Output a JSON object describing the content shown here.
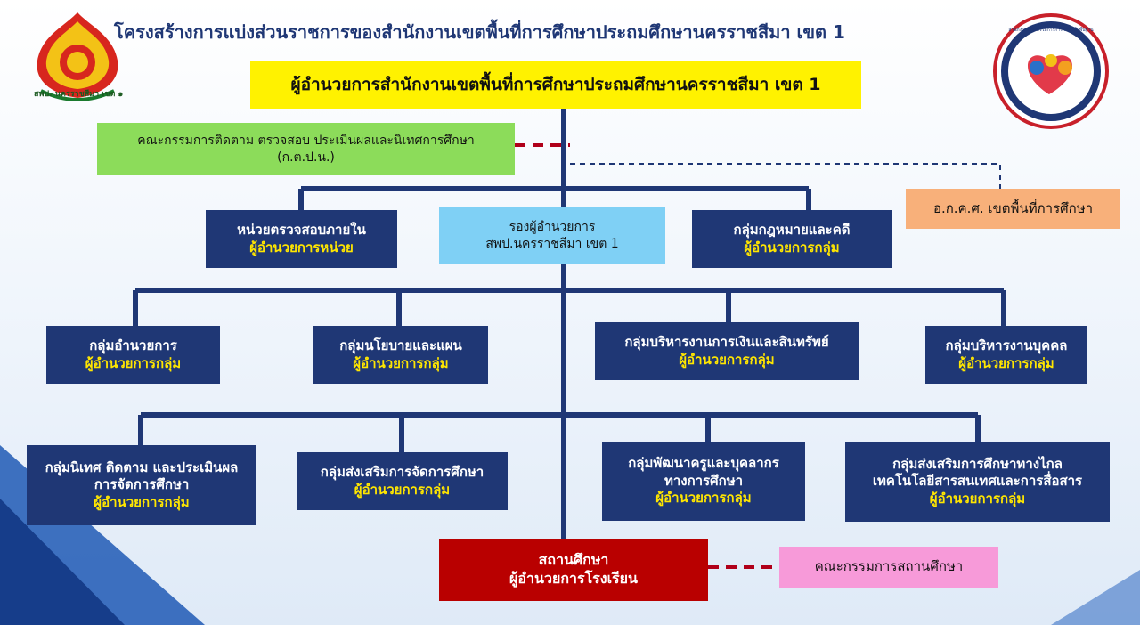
{
  "title": "โครงสร้างการแบ่งส่วนราชการของสำนักงานเขตพื้นที่การศึกษาประถมศึกษานครราชสีมา เขต 1",
  "logo_left_text": "สพป. นครราชสีมา เขต ๑",
  "logo_right_text": "สำนักงานคณะกรรมการการศึกษาขั้นพื้นฐาน",
  "director": "ผู้อำนวยการสำนักงานเขตพื้นที่การศึกษาประถมศึกษานครราชสีมา เขต 1",
  "committee": {
    "line1": "คณะกรรมการติดตาม ตรวจสอบ ประเมินผลและนิเทศการศึกษา",
    "line2": "(ก.ต.ป.น.)"
  },
  "okks": "อ.ก.ค.ศ. เขตพื้นที่การศึกษา",
  "row1": [
    {
      "head": "หน่วยตรวจสอบภายใน",
      "sub": "ผู้อำนวยการหน่วย"
    },
    {
      "head": "กลุ่มกฎหมายและคดี",
      "sub": "ผู้อำนวยการกลุ่ม"
    }
  ],
  "deputy": {
    "line1": "รองผู้อำนวยการ",
    "line2": "สพป.นครราชสีมา เขต 1"
  },
  "row2": [
    {
      "head": "กลุ่มอำนวยการ",
      "sub": "ผู้อำนวยการกลุ่ม"
    },
    {
      "head": "กลุ่มนโยบายและแผน",
      "sub": "ผู้อำนวยการกลุ่ม"
    },
    {
      "head": "กลุ่มบริหารงานการเงินและสินทรัพย์",
      "sub": "ผู้อำนวยการกลุ่ม"
    },
    {
      "head": "กลุ่มบริหารงานบุคคล",
      "sub": "ผู้อำนวยการกลุ่ม"
    }
  ],
  "row3": [
    {
      "head1": "กลุ่มนิเทศ ติดตาม และประเมินผล",
      "head2": "การจัดการศึกษา",
      "sub": "ผู้อำนวยการกลุ่ม"
    },
    {
      "head1": "กลุ่มส่งเสริมการจัดการศึกษา",
      "head2": "",
      "sub": "ผู้อำนวยการกลุ่ม"
    },
    {
      "head1": "กลุ่มพัฒนาครูและบุคลากร",
      "head2": "ทางการศึกษา",
      "sub": "ผู้อำนวยการกลุ่ม"
    },
    {
      "head1": "กลุ่มส่งเสริมการศึกษาทางไกล",
      "head2": "เทคโนโลยีสารสนเทศและการสื่อสาร",
      "sub": "ผู้อำนวยการกลุ่ม"
    }
  ],
  "school": {
    "line1": "สถานศึกษา",
    "line2": "ผู้อำนวยการโรงเรียน"
  },
  "school_committee": "คณะกรรมการสถานศึกษา",
  "colors": {
    "navy": "#1f3775",
    "yellow": "#fff200",
    "green": "#8cdc5a",
    "lightblue": "#7fd0f5",
    "orange": "#f8b07a",
    "red": "#b90000",
    "pink": "#f79ad9",
    "dashed_red": "#b0001a"
  }
}
